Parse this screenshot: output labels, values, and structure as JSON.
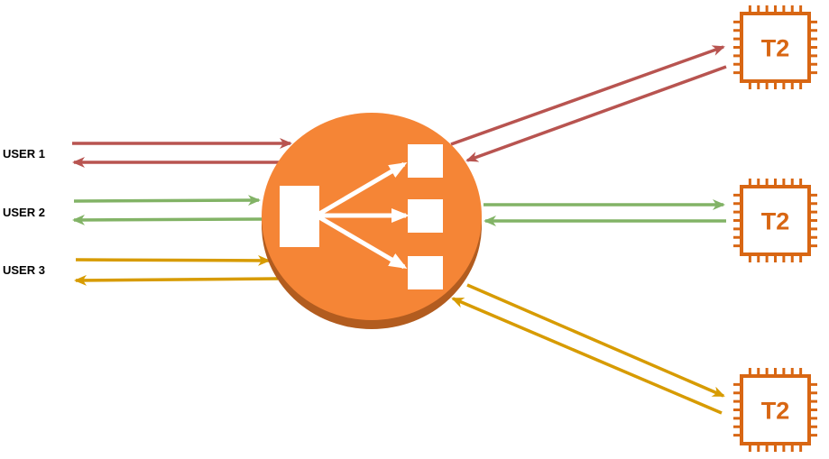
{
  "users": [
    {
      "label": "USER 1",
      "color": "#b85450"
    },
    {
      "label": "USER 2",
      "color": "#82b366"
    },
    {
      "label": "USER 3",
      "color": "#d79b00"
    }
  ],
  "instances": [
    {
      "label": "T2",
      "icon": "ec2-instance-icon",
      "color": "#d86613"
    },
    {
      "label": "T2",
      "icon": "ec2-instance-icon",
      "color": "#d86613"
    },
    {
      "label": "T2",
      "icon": "ec2-instance-icon",
      "color": "#d86613"
    }
  ],
  "load_balancer": {
    "icon": "elastic-load-balancer-icon",
    "color": "#f58536",
    "shadow_color": "#b25c1f"
  }
}
